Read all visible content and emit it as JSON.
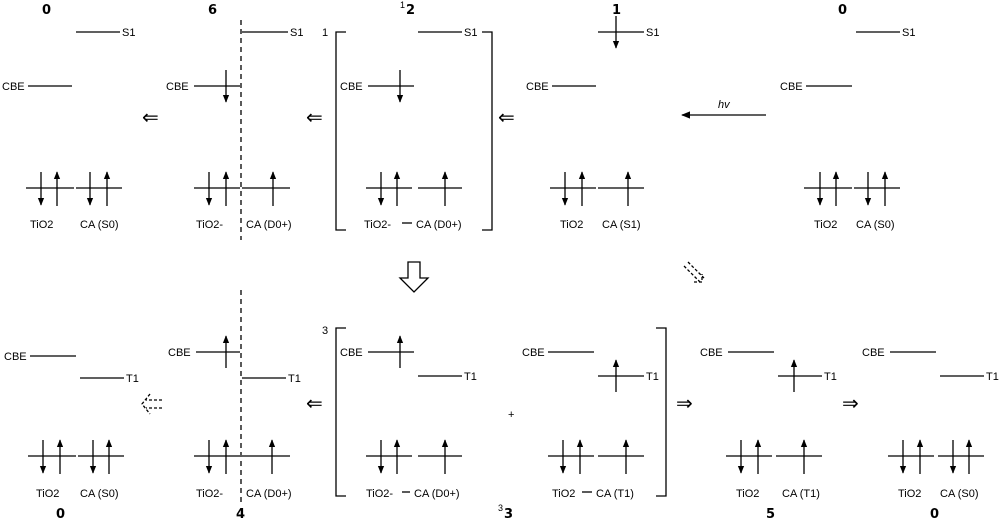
{
  "top_row": {
    "panels": [
      {
        "number": "0",
        "levels": [
          "CBE",
          "S1"
        ],
        "labels": [
          "TiO2",
          "CA (S0)"
        ]
      },
      {
        "number": "6",
        "levels": [
          "CBE",
          "S1"
        ],
        "labels": [
          "TiO2-",
          "CA (D0+)"
        ]
      },
      {
        "number": "2",
        "number_superscript": "1",
        "bracket_mult": "1",
        "levels": [
          "CBE",
          "S1"
        ],
        "labels": [
          "TiO2-",
          "CA (D0+)"
        ]
      },
      {
        "number": "1",
        "levels": [
          "CBE",
          "S1"
        ],
        "labels": [
          "TiO2",
          "CA (S1)"
        ]
      },
      {
        "number": "0",
        "levels": [
          "CBE",
          "S1"
        ],
        "labels": [
          "TiO2",
          "CA (S0)"
        ]
      }
    ],
    "hv_label": "hv"
  },
  "bottom_row": {
    "panels": [
      {
        "number": "0",
        "levels": [
          "CBE",
          "T1"
        ],
        "labels": [
          "TiO2",
          "CA (S0)"
        ]
      },
      {
        "number": "4",
        "levels": [
          "CBE",
          "T1"
        ],
        "labels": [
          "TiO2-",
          "CA (D0+)"
        ]
      },
      {
        "number": "3",
        "number_superscript": "3",
        "bracket_mult": "3",
        "levels": [
          "CBE",
          "T1"
        ],
        "labels": [
          "TiO2-",
          "CA (D0+)"
        ],
        "plus": "+"
      },
      {
        "levels": [
          "CBE",
          "T1"
        ],
        "labels": [
          "TiO2",
          "CA (T1)"
        ]
      },
      {
        "number": "5",
        "levels": [
          "CBE",
          "T1"
        ],
        "labels": [
          "TiO2",
          "CA (T1)"
        ]
      },
      {
        "number": "0",
        "levels": [
          "CBE",
          "T1"
        ],
        "labels": [
          "TiO2",
          "CA (S0)"
        ]
      }
    ]
  }
}
